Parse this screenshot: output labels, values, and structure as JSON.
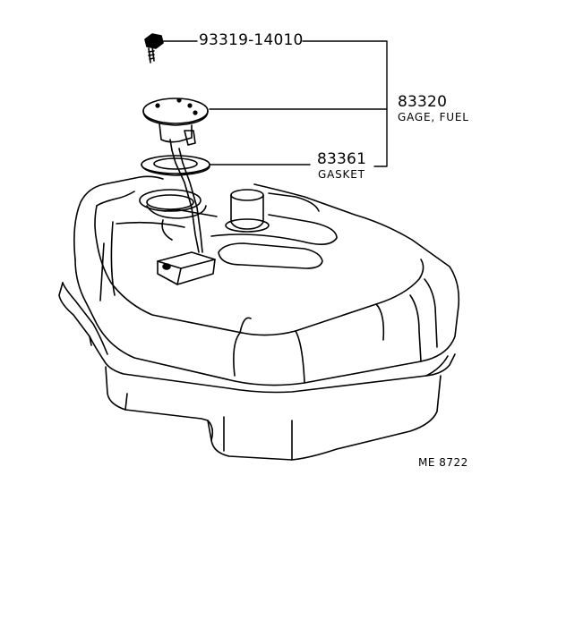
{
  "parts": [
    {
      "number": "93319-14010",
      "name": ""
    },
    {
      "number": "83320",
      "name": "GAGE, FUEL"
    },
    {
      "number": "83361",
      "name": "GASKET"
    }
  ],
  "reference": "ME 8722",
  "colors": {
    "line": "#000000",
    "background": "#ffffff"
  }
}
